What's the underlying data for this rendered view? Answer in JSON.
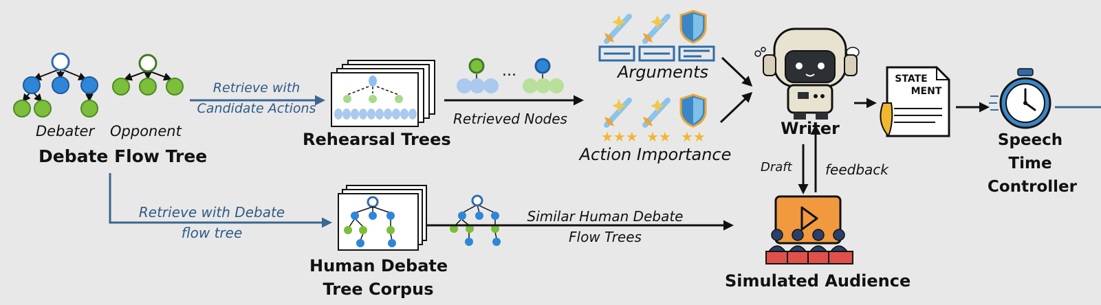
{
  "labels": {
    "debater": "Debater",
    "opponent": "Opponent",
    "debate_flow_tree": "Debate Flow Tree",
    "retrieve_candidate_line1": "Retrieve with",
    "retrieve_candidate_line2": "Candidate Actions",
    "rehearsal_trees": "Rehearsal Trees",
    "ellipsis": "...",
    "retrieved_nodes": "Retrieved Nodes",
    "arguments": "Arguments",
    "action_importance": "Action Importance",
    "writer": "Writer",
    "draft": "Draft",
    "feedback": "feedback",
    "statement_line1": "STATE",
    "statement_line2": "MENT",
    "speech_line1": "Speech",
    "speech_line2": "Time",
    "speech_line3": "Controller",
    "retrieve_debate_line1": "Retrieve with Debate",
    "retrieve_debate_line2": "flow tree",
    "human_corpus_line1": "Human Debate",
    "human_corpus_line2": "Tree Corpus",
    "similar_line1": "Similar Human Debate",
    "similar_line2": "Flow Trees",
    "simulated_audience": "Simulated Audience"
  },
  "colors": {
    "background": "#e8e8e8",
    "debater_node": "#2f86d8",
    "opponent_node": "#7cbf3a",
    "arrow_blue": "#3a6690",
    "arrow_black": "#111111",
    "audience_screen": "#f0993f",
    "audience_people": "#2b3f6b",
    "audience_seats": "#e0504a",
    "shield": "#3b86c6",
    "star": "#f2b731"
  },
  "icons": [
    "sword-icon",
    "shield-icon",
    "star-icon",
    "robot-icon",
    "statement-document-icon",
    "quill-icon",
    "stopwatch-icon",
    "play-icon",
    "audience-icon"
  ]
}
